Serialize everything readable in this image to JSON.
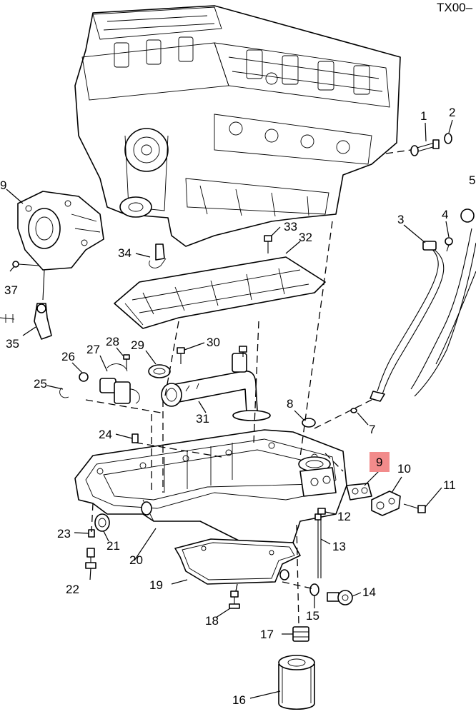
{
  "diagram_code": "TX00–",
  "highlight_color": "#f28b8b",
  "callouts": {
    "c1": "1",
    "c2": "2",
    "c3": "3",
    "c4": "4",
    "c5": "5",
    "c7": "7",
    "c8": "8",
    "c9_left": "9",
    "c9_right": "9",
    "c10": "10",
    "c11": "11",
    "c12": "12",
    "c13": "13",
    "c14": "14",
    "c15": "15",
    "c16": "16",
    "c17": "17",
    "c18": "18",
    "c19": "19",
    "c20": "20",
    "c21": "21",
    "c22": "22",
    "c23": "23",
    "c24": "24",
    "c25": "25",
    "c26": "26",
    "c27": "27",
    "c28": "28",
    "c29": "29",
    "c30": "30",
    "c31": "31",
    "c32": "32",
    "c33": "33",
    "c34": "34",
    "c35": "35",
    "c37": "37"
  }
}
